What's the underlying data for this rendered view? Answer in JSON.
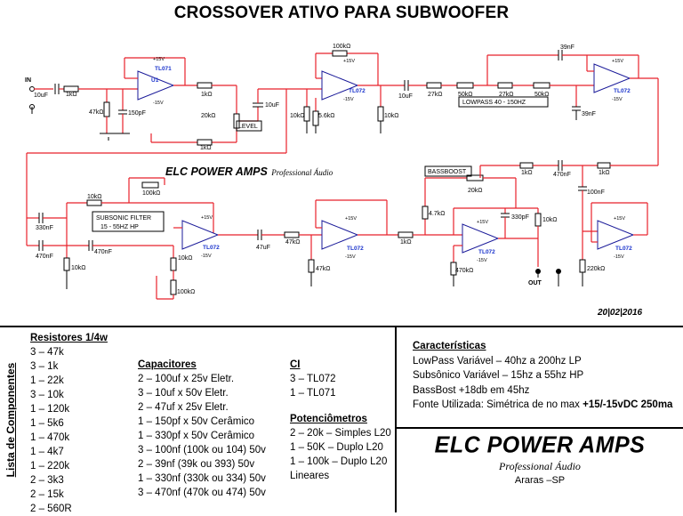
{
  "title": "CROSSOVER ATIVO PARA SUBWOOFER",
  "date": "20|02|2016",
  "brand_inline": {
    "name": "ELC POWER AMPS",
    "sub": "Professional Áudio"
  },
  "schematic": {
    "in_label": "IN",
    "out_label": "OUT",
    "level_label": "LEVEL",
    "lowpass_label": "LOWPASS 40 - 150HZ",
    "subsonic_label_1": "SUBSONIC FILTER",
    "subsonic_label_2": "15 - 55HZ HP",
    "bassboost_label": "BASSBOOST",
    "opamps": [
      {
        "type": "TL071",
        "unit": "U1"
      },
      {
        "type": "TL072"
      },
      {
        "type": "TL072"
      },
      {
        "type": "TL072"
      },
      {
        "type": "TL072"
      },
      {
        "type": "TL072"
      },
      {
        "type": "TL072"
      }
    ],
    "supply_pos": "+15V",
    "supply_neg": "-15V",
    "components": {
      "c_in": "10uF",
      "r_in": "1kΩ",
      "r_bias1": "47kΩ",
      "c_150": "150pF",
      "r_out1": "1kΩ",
      "pot_level": "20kΩ",
      "r_level_fb": "1kΩ",
      "c_level": "10uF",
      "r_fb2": "100kΩ",
      "r_in2a": "10kΩ",
      "r_in2b": "5.6kΩ",
      "r_out2": "10kΩ",
      "c_lp_in": "10uF",
      "r_lp1": "27kΩ",
      "pot_lp1": "50kΩ",
      "r_lp2": "27kΩ",
      "pot_lp2": "50kΩ",
      "c_lp_fb": "39nF",
      "c_lp_gnd": "39nF",
      "r_ss_fb": "10kΩ",
      "pot_ss": "100kΩ",
      "c_ss1": "330nF",
      "c_ss2": "470nF",
      "c_ss3": "470nF",
      "r_ss_gnd": "10kΩ",
      "r_ss_b": "10kΩ",
      "pot_ss_b": "100kΩ",
      "c_buf": "47uF",
      "r_buf": "47kΩ",
      "r_buf_gnd": "47kΩ",
      "r_buf_out": "1kΩ",
      "r_bb_in": "4.7kΩ",
      "pot_bb": "20kΩ",
      "r_bb1": "1kΩ",
      "c_bb": "470nF",
      "r_bb2": "1kΩ",
      "c_bb_fb": "330pF",
      "r_bb_fb": "10kΩ",
      "r_bb_gnd": "470kΩ",
      "c_bb_100": "100nF",
      "r_out_gnd": "220kΩ"
    }
  },
  "component_list": {
    "side_title": "Lista de Componentes",
    "resistors": {
      "heading": "Resistores 1/4w",
      "items": [
        "3 – 47k",
        "3 – 1k",
        "1 – 22k",
        "3 – 10k",
        "1 – 120k",
        "1 – 5k6",
        "1 – 470k",
        "1 – 4k7",
        "1 – 220k",
        "2 – 3k3",
        "2 – 15k",
        "2 – 560R"
      ]
    },
    "capacitors": {
      "heading": "Capacitores",
      "items": [
        "2 – 100uf x 25v Eletr.",
        "3 – 10uf x 50v Eletr.",
        "2 – 47uf x 25v Eletr.",
        "1 – 150pf x 50v Cerâmico",
        "1 – 330pf x 50v Cerâmico",
        "3 – 100nf (100k ou 104) 50v",
        "2 – 39nf (39k ou 393) 50v",
        "1 – 330nf (330k ou 334) 50v",
        "3 – 470nf (470k ou 474) 50v"
      ]
    },
    "ci": {
      "heading": "CI",
      "items": [
        "3 – TL072",
        "1 – TL071"
      ]
    },
    "pots": {
      "heading": "Potenciômetros",
      "items": [
        "2 – 20k – Simples L20",
        "1 – 50K – Duplo L20",
        "1 – 100k – Duplo L20",
        "Lineares"
      ]
    }
  },
  "specs": {
    "heading": "Características",
    "lines": [
      "LowPass Variável – 40hz a 200hz LP",
      "Subsônico Variável – 15hz a 55hz HP",
      "BassBost  +18db em 45hz"
    ],
    "supply_prefix": "Fonte Utilizada: Simétrica de no max ",
    "supply_bold": "+15/-15vDC 250ma"
  },
  "brand_box": {
    "name": "ELC POWER AMPS",
    "sub": "Professional Áudio",
    "city": "Araras –SP"
  }
}
